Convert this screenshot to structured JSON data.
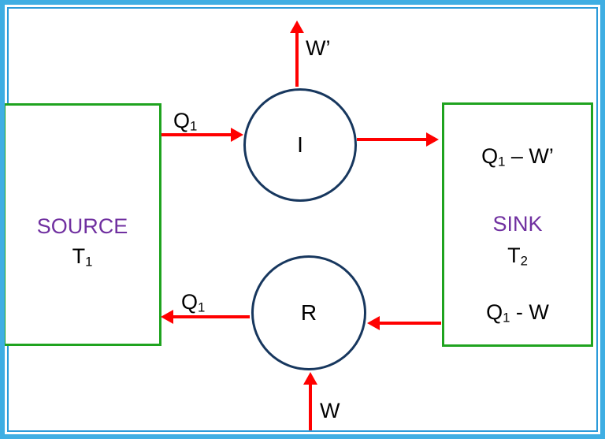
{
  "diagram_title": "irreversible-vs-reversible-heat-engine-diagram",
  "colors": {
    "frame_outer": "#3FAEE3",
    "frame_inner_line": "#2C9BD9",
    "box_border_green": "#1FA31F",
    "circle_border_navy": "#17375E",
    "arrow_red": "#FF0000",
    "reservoir_name_purple": "#7030A0",
    "text_black": "#000000"
  },
  "source_box": {
    "name": "SOURCE",
    "temperature": [
      {
        "t": "T"
      },
      {
        "t": "1",
        "sub": true
      }
    ]
  },
  "sink_box": {
    "input_label": [
      {
        "t": "Q"
      },
      {
        "t": "1",
        "sub": true
      },
      {
        "t": " – W’"
      }
    ],
    "name": "SINK",
    "temperature": [
      {
        "t": "T"
      },
      {
        "t": "2",
        "sub": true
      }
    ],
    "output_label": [
      {
        "t": "Q"
      },
      {
        "t": "1",
        "sub": true
      },
      {
        "t": " - W"
      }
    ]
  },
  "engines": {
    "irreversible": "I",
    "reversible": "R"
  },
  "arrow_labels": {
    "q1_top": [
      {
        "t": "Q"
      },
      {
        "t": "1",
        "sub": true
      }
    ],
    "w_prime": "W’",
    "q1_bottom": [
      {
        "t": "Q"
      },
      {
        "t": "1",
        "sub": true
      }
    ],
    "w": "W"
  }
}
